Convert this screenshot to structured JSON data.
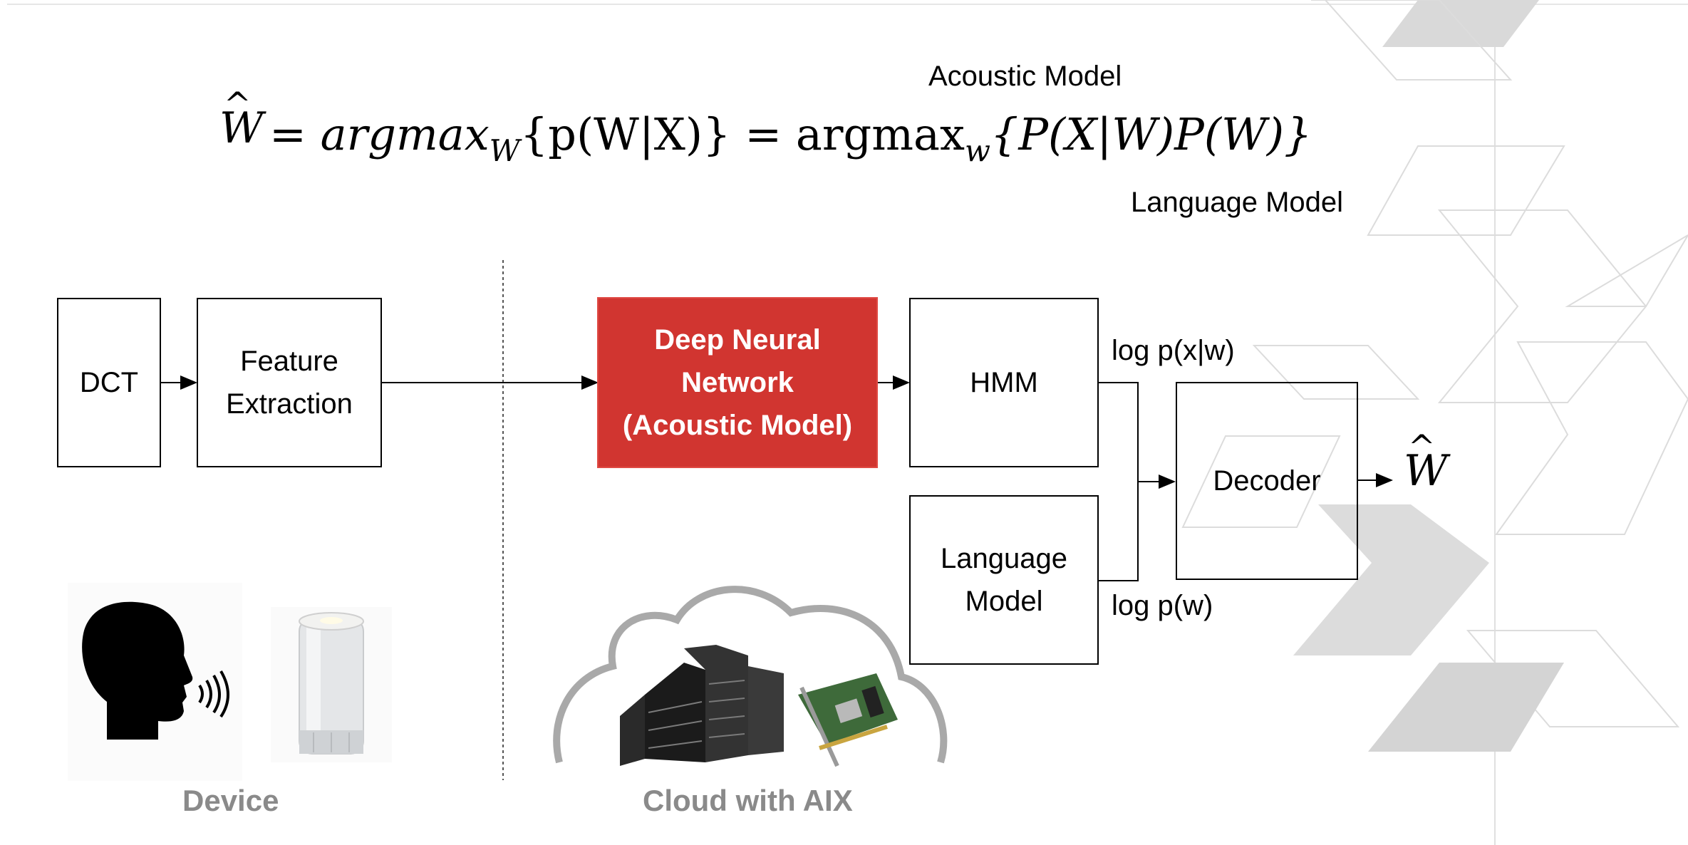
{
  "formula": {
    "what": "W",
    "eq1": "= argmax",
    "sub1": "W",
    "mid": "{p(W|X)} = argmax",
    "sub2": "w",
    "tail": "{P(X|W)P(W)}"
  },
  "annotations": {
    "acoustic_model": "Acoustic Model",
    "language_model": "Language Model"
  },
  "blocks": {
    "dct": "DCT",
    "feature_extraction": "Feature\nExtraction",
    "dnn": "Deep Neural\nNetwork\n(Acoustic Model)",
    "hmm": "HMM",
    "language_model": "Language\nModel",
    "decoder": "Decoder"
  },
  "edge_labels": {
    "log_pxw": "log p(x|w)",
    "log_pw": "log p(w)"
  },
  "output_symbol": "W",
  "captions": {
    "device": "Device",
    "cloud": "Cloud with AIX"
  },
  "icons": [
    "speaking-head-icon",
    "smart-speaker-icon",
    "cloud-icon",
    "server-rack-icon",
    "accelerator-card-icon"
  ],
  "colors": {
    "dnn_fill": "#d13530",
    "caption_gray": "#8a8a8a",
    "decor_gray": "#d9d9d9"
  }
}
